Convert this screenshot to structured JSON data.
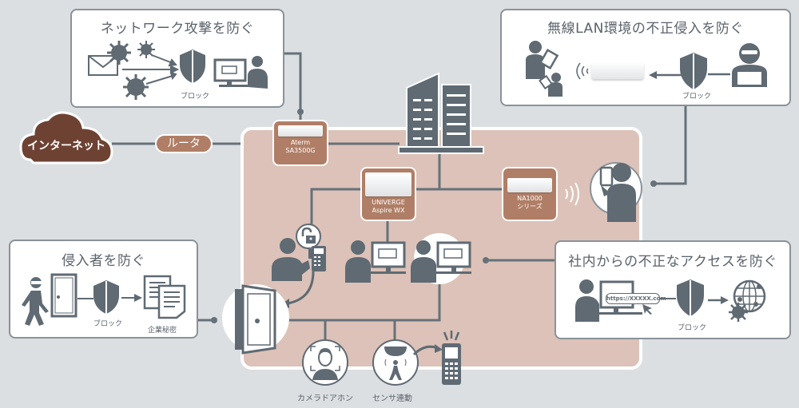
{
  "panels": {
    "network_attack": {
      "title": "ネットワーク攻撃を防ぐ",
      "block_label": "ブロック"
    },
    "wireless_lan": {
      "title": "無線LAN環境の不正侵入を防ぐ",
      "block_label": "ブロック"
    },
    "intruder": {
      "title": "侵入者を防ぐ",
      "block_label": "ブロック",
      "secret_label": "企業秘密"
    },
    "internal_access": {
      "title": "社内からの不正なアクセスを防ぐ",
      "block_label": "ブロック",
      "url_text": "https://XXXXX.com"
    }
  },
  "internet": {
    "label": "インターネット"
  },
  "router": {
    "label": "ルータ"
  },
  "devices": {
    "aterm": {
      "line1": "Aterm",
      "line2": "SA3500G"
    },
    "univerge": {
      "line1": "UNIVERGE",
      "line2": "Aspire WX"
    },
    "na1000": {
      "line1": "NA1000",
      "line2": "シリーズ"
    }
  },
  "captions": {
    "camera_doorphone": "カメラドアホン",
    "sensor_link": "センサ連動"
  },
  "colors": {
    "background": "#dcdfe2",
    "office_area": "#dcc2b8",
    "device_tile": "#b07e66",
    "cloud": "#6e4233",
    "icon_gray": "#5f6a73"
  }
}
